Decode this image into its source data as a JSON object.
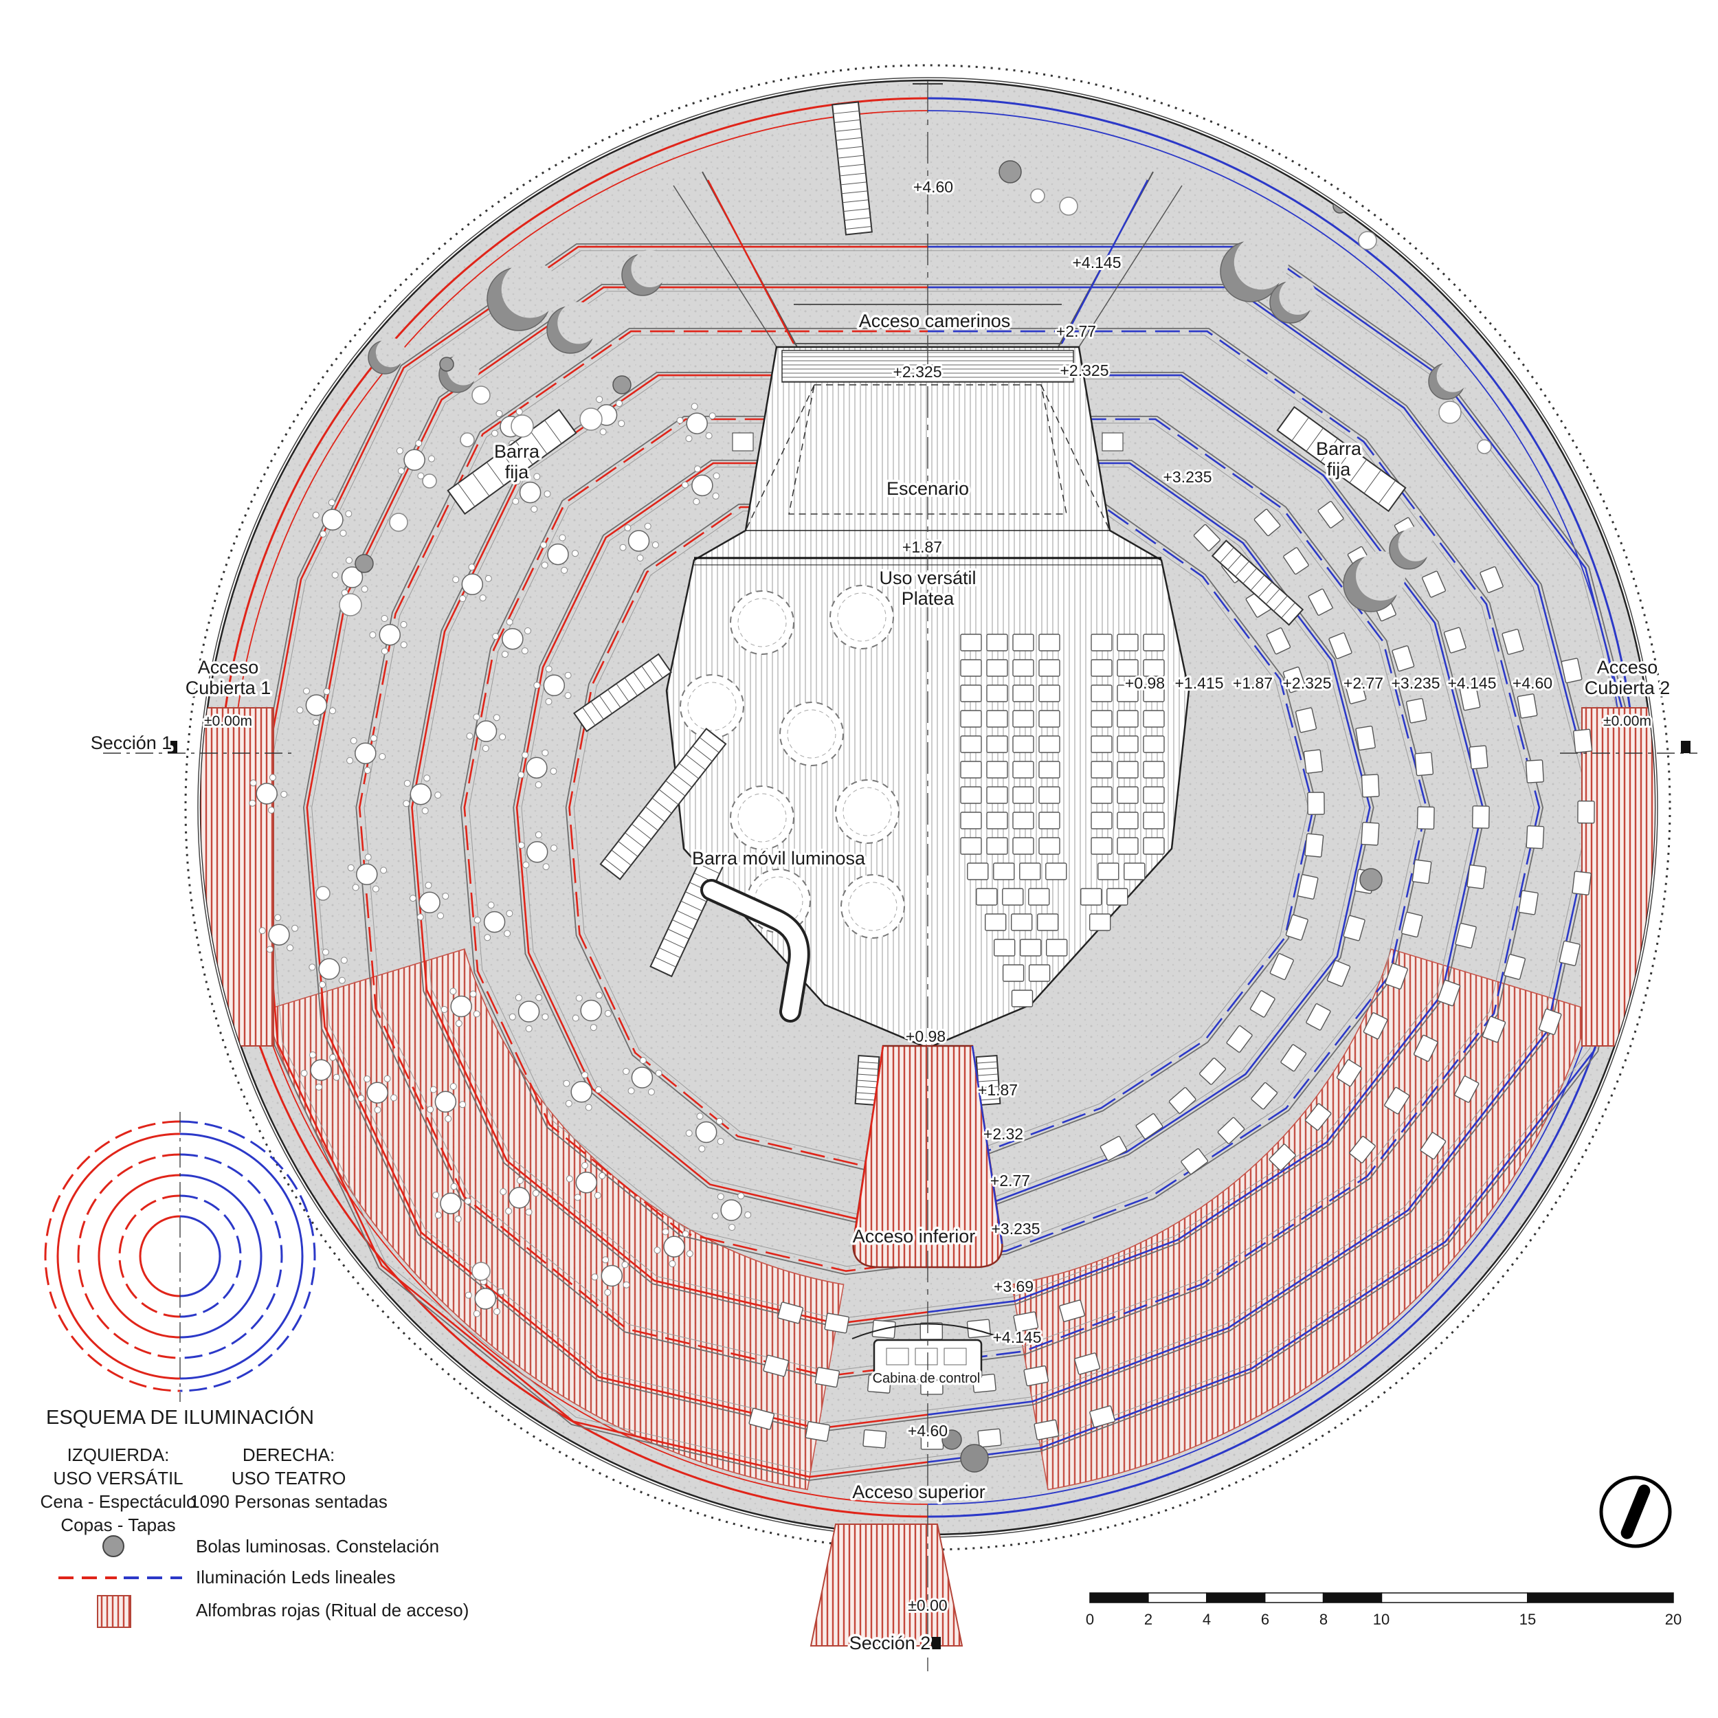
{
  "colors": {
    "led_red": "#e02419",
    "led_blue": "#2b38c8",
    "carpet_red": "#c4463a",
    "concrete": "#d7d7d7",
    "tree": "#8e8e8e",
    "ink": "#1a1a1a"
  },
  "plan": {
    "labels": {
      "acceso_camerinos": "Acceso camerinos",
      "escenario": "Escenario",
      "uso_versatil": "Uso versátil",
      "platea": "Platea",
      "barra": "Barra",
      "fija": "fija",
      "barra_movil": "Barra móvil luminosa",
      "acceso_inferior": "Acceso inferior",
      "acceso_superior": "Acceso superior",
      "cabina_control": "Cabina de control",
      "acceso": "Acceso",
      "cubierta_1": "Cubierta 1",
      "cubierta_2": "Cubierta 2",
      "nivel_edge": "±0.00m",
      "seccion_1": "Sección 1",
      "seccion_2": "Sección 2"
    },
    "elevations": {
      "top": "+4.60",
      "e4145": "+4.145",
      "e277": "+2.77",
      "e2325l": "+2.325",
      "e2325r": "+2.325",
      "e3235": "+3.235",
      "e187": "+1.87",
      "mid_row": [
        "+0.98",
        "+1.415",
        "+1.87",
        "+2.325",
        "+2.77",
        "+3.235",
        "+4.145",
        "+4.60"
      ],
      "lower": [
        "+0.98",
        "+1.87",
        "+2.32",
        "+2.77",
        "+3.235",
        "+3.69",
        "+4.145",
        "+4.60"
      ],
      "bottom_zero": "±0.00"
    }
  },
  "legend": {
    "title": "ESQUEMA DE ILUMINACIÓN",
    "left_col": [
      "IZQUIERDA:",
      "USO VERSÁTIL",
      "Cena - Espectáculo",
      "Copas - Tapas"
    ],
    "right_col": [
      "DERECHA:",
      "USO TEATRO",
      "1090 Personas sentadas"
    ],
    "items": [
      "Bolas luminosas. Constelación",
      "Iluminación Leds lineales",
      "Alfombras rojas (Ritual de acceso)"
    ]
  },
  "scalebar": {
    "ticks": [
      "0",
      "2",
      "4",
      "6",
      "8",
      "10",
      "15",
      "20"
    ]
  }
}
